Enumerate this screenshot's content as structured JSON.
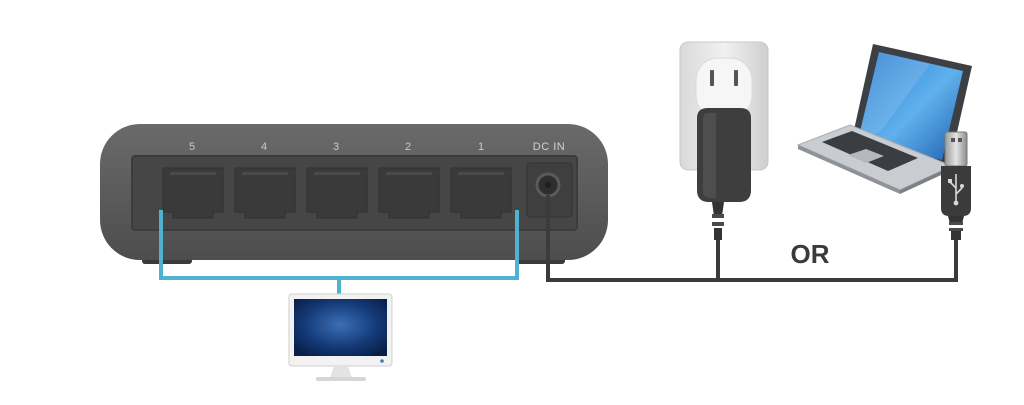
{
  "switch": {
    "port_labels": [
      "5",
      "4",
      "3",
      "2",
      "1"
    ],
    "dc_in_label": "DC  IN"
  },
  "power": {
    "or_label": "OR"
  },
  "icons": {
    "switch": "network-switch-icon",
    "monitor": "monitor-icon",
    "wall_outlet": "wall-outlet-icon",
    "power_adapter": "power-adapter-icon",
    "laptop": "laptop-icon",
    "usb_plug": "usb-plug-icon"
  },
  "colors": {
    "ethernet_cable": "#4fb3cf",
    "power_cable": "#3b3b3b",
    "switch_body": "#5d5d5d",
    "switch_panel": "#474747"
  }
}
